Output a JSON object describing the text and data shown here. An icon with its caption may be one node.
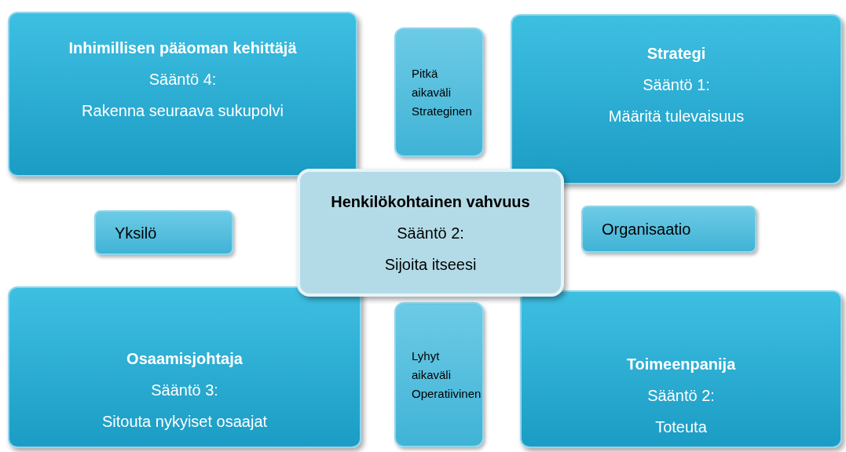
{
  "diagram": {
    "nodes": [
      {
        "text": [
          "Inhimillisen pääoman kehittäjä",
          "Sääntö 4:",
          "Rakenna seuraava sukupolvi"
        ]
      },
      {
        "text": [
          "Pitkä aikaväli Strateginen"
        ]
      },
      {
        "text": [
          "Strategi",
          "Sääntö 1:",
          "Määritä tulevaisuus"
        ]
      },
      {
        "text": [
          "Yksilö"
        ]
      },
      {
        "text": [
          "Henkilökohtainen vahvuus",
          "Sääntö 2:",
          "Sijoita itseesi"
        ]
      },
      {
        "text": [
          "Organisaatio"
        ]
      },
      {
        "text": [
          "Osaamisjohtaja",
          "Sääntö 3:",
          "Sitouta nykyiset osaajat"
        ]
      },
      {
        "text": [
          "Lyhyt aikaväli Operatiivinen"
        ]
      },
      {
        "text": [
          "Toimeenpanija",
          "Sääntö 2:",
          "Toteuta"
        ]
      }
    ]
  }
}
